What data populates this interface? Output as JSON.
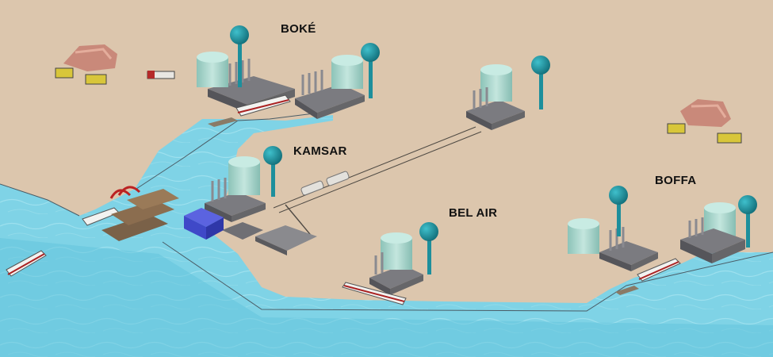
{
  "labels": {
    "boke": "BOKÉ",
    "kamsar": "KAMSAR",
    "bel_air": "BEL AIR",
    "boffa": "BOFFA"
  },
  "colors": {
    "land": "#dcc6ad",
    "water": "#7fd3e6",
    "water_deep": "#5cc0d8",
    "tank": "#a9d6cc",
    "tower": "#1d8f9c",
    "plant": "#6e6e72",
    "ore": "#c9897a",
    "truck": "#d8c63a",
    "warehouse": "#3f49c8"
  }
}
